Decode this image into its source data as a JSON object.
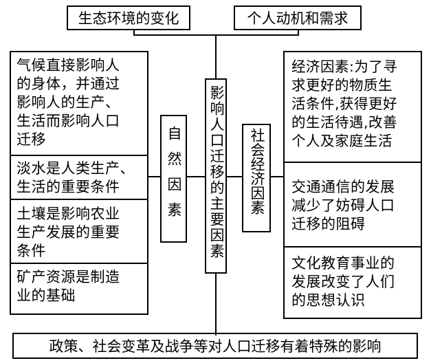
{
  "top": {
    "left_label": "生态环境的变化",
    "right_label": "个人动机和需求"
  },
  "center": {
    "title": "影响人口迁移的主要因素"
  },
  "natural": {
    "label": "自然因素",
    "items": [
      {
        "lines": [
          "气候直接影响人",
          "的身体，并通过",
          "影响人的生产、",
          "生活而影响人口",
          "迁移"
        ]
      },
      {
        "lines": [
          "淡水是人类生产、",
          "生活的重要条件"
        ]
      },
      {
        "lines": [
          "土壤是影响农业",
          "生产发展的重要",
          "条件"
        ]
      },
      {
        "lines": [
          "矿产资源是制造",
          "业的基础"
        ]
      }
    ]
  },
  "socioeconomic": {
    "label": "社会经济因素",
    "items": [
      {
        "lines": [
          "经济因素:为了寻",
          "求更好的物质生",
          "活条件,获得更好",
          "的生活待遇,改善",
          "个人及家庭生活"
        ]
      },
      {
        "lines": [
          "交通通信的发展",
          "减少了妨碍人口",
          "迁移的阻碍"
        ]
      },
      {
        "lines": [
          "文化教育事业的",
          "发展改变了人们",
          "的思想认识"
        ]
      }
    ]
  },
  "bottom": {
    "label": "政策、社会变革及战争等对人口迁移有着特殊的影响"
  }
}
